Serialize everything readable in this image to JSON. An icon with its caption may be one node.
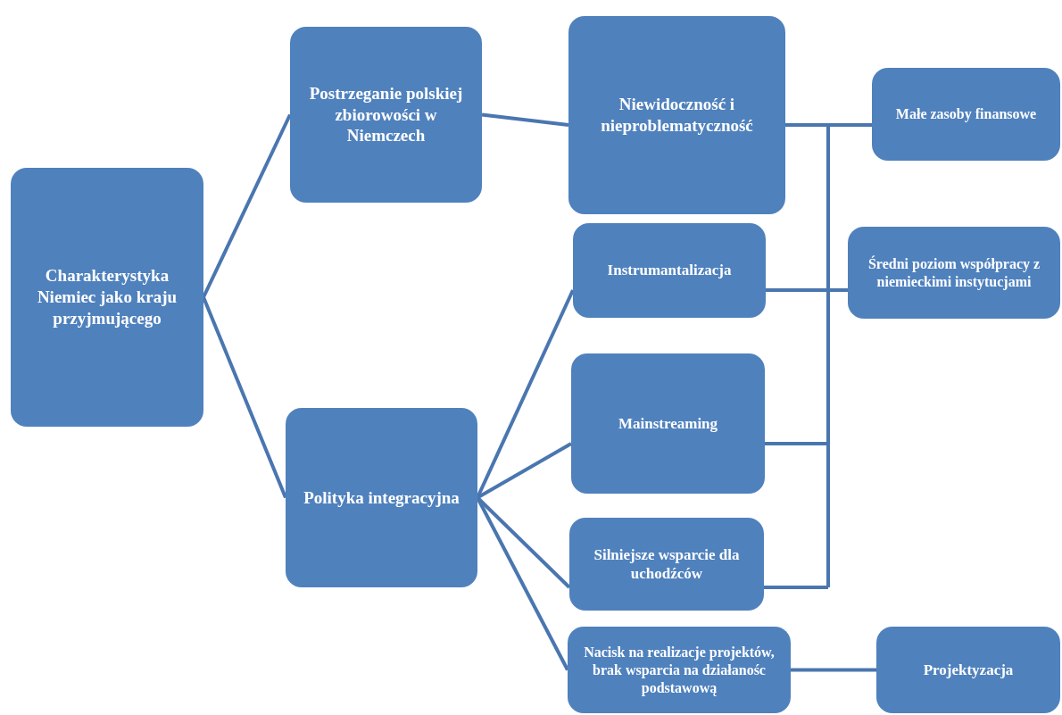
{
  "diagram": {
    "nodes": [
      {
        "text": [
          "Charakterystyka Niemiec jako kraju przyjmującego"
        ]
      },
      {
        "text": [
          "Postrzeganie polskiej zbiorowości w Niemczech"
        ]
      },
      {
        "text": [
          "Polityka integracyjna"
        ]
      },
      {
        "text": [
          "Niewidoczność i nieproblematyczność"
        ]
      },
      {
        "text": [
          "Instrumantalizacja"
        ]
      },
      {
        "text": [
          "Mainstreaming"
        ]
      },
      {
        "text": [
          "Silniejsze wsparcie dla uchodźców"
        ]
      },
      {
        "text": [
          "Nacisk na realizacje projektów, brak wsparcia na działanośc podstawową"
        ]
      },
      {
        "text": [
          "Małe zasoby finansowe"
        ]
      },
      {
        "text": [
          "Średni poziom współpracy z niemieckimi instytucjami"
        ]
      },
      {
        "text": [
          "Projektyzacja"
        ]
      }
    ],
    "edges": [
      {
        "from": 0,
        "to": 1,
        "arrow": "none"
      },
      {
        "from": 0,
        "to": 2,
        "arrow": "none"
      },
      {
        "from": 1,
        "to": 3,
        "arrow": "none"
      },
      {
        "from": 2,
        "to": 4,
        "arrow": "none"
      },
      {
        "from": 2,
        "to": 5,
        "arrow": "none"
      },
      {
        "from": 2,
        "to": 6,
        "arrow": "none"
      },
      {
        "from": 2,
        "to": 7,
        "arrow": "none"
      },
      {
        "from": 3,
        "to": 8,
        "arrow": "none"
      },
      {
        "from": 3,
        "to": 9,
        "arrow": "none"
      },
      {
        "from": 4,
        "to": 8,
        "arrow": "none"
      },
      {
        "from": 4,
        "to": 9,
        "arrow": "none"
      },
      {
        "from": 5,
        "to": 8,
        "arrow": "none"
      },
      {
        "from": 5,
        "to": 9,
        "arrow": "none"
      },
      {
        "from": 6,
        "to": 8,
        "arrow": "none"
      },
      {
        "from": 6,
        "to": 9,
        "arrow": "none"
      },
      {
        "from": 7,
        "to": 10,
        "arrow": "none"
      }
    ]
  }
}
